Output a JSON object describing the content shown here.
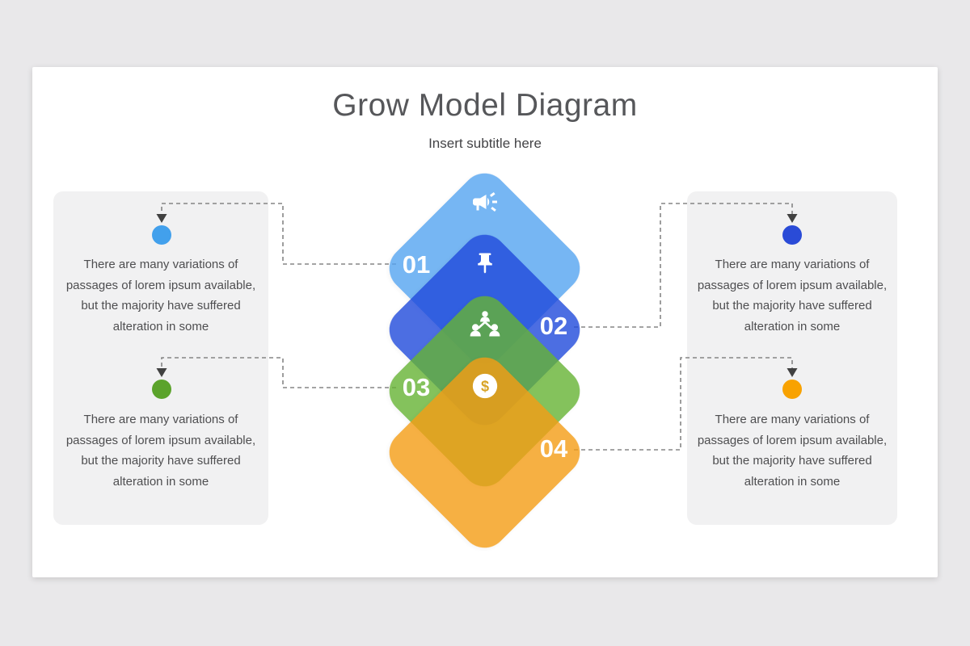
{
  "slide": {
    "title": "Grow Model Diagram",
    "subtitle": "Insert subtitle here"
  },
  "diagram": {
    "steps": [
      {
        "number": "01",
        "icon": "megaphone-icon",
        "color": "#55a4f1",
        "label_side": "left"
      },
      {
        "number": "02",
        "icon": "pushpin-icon",
        "color": "#204adc",
        "label_side": "right"
      },
      {
        "number": "03",
        "icon": "team-icon",
        "color": "#66b334",
        "label_side": "left"
      },
      {
        "number": "04",
        "icon": "dollar-icon",
        "color": "#f59d15",
        "label_side": "right"
      }
    ],
    "dollar_glyph": "$"
  },
  "callouts": [
    {
      "position": "top-left",
      "dot_color": "#42a0ec",
      "text": "There are many variations of passages of lorem ipsum available, but the majority have suffered alteration in some"
    },
    {
      "position": "bottom-left",
      "dot_color": "#5ba32b",
      "text": "There are many variations of passages of lorem ipsum available, but the majority have suffered alteration in some"
    },
    {
      "position": "top-right",
      "dot_color": "#2a4bd7",
      "text": "There are many variations of passages of lorem ipsum available, but the majority have suffered alteration in some"
    },
    {
      "position": "bottom-right",
      "dot_color": "#f8a201",
      "text": "There are many variations of passages of lorem ipsum available, but the majority have suffered alteration in some"
    }
  ],
  "style": {
    "background": "#e9e8ea",
    "slide_background": "#ffffff",
    "callout_background": "#f1f1f2",
    "connector_color": "#858585",
    "title_color": "#56575a"
  }
}
